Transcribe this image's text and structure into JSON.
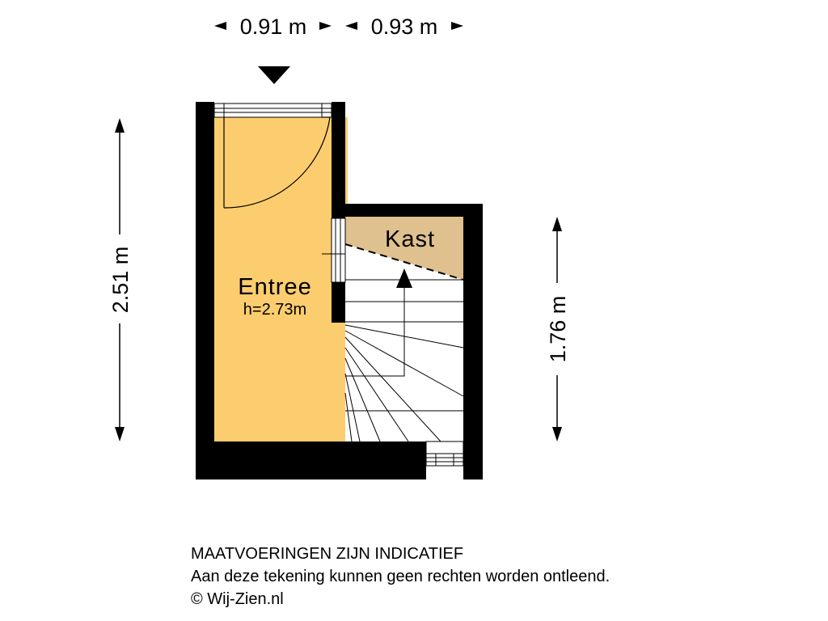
{
  "dimensions": {
    "top_left_width": "0.91 m",
    "top_right_width": "0.93 m",
    "left_height": "2.51 m",
    "right_height": "1.76 m"
  },
  "rooms": {
    "entree": {
      "name": "Entree",
      "height": "h=2.73m",
      "fill_color": "#fccd6e"
    },
    "kast": {
      "name": "Kast",
      "fill_color": "#dfc08f"
    }
  },
  "colors": {
    "wall": "#000000",
    "stair_background": "#ffffff"
  },
  "footer": {
    "line1": "MAATVOERINGEN ZIJN INDICATIEF",
    "line2": "Aan deze tekening kunnen geen rechten worden ontleend.",
    "line3": "© Wij-Zien.nl"
  }
}
